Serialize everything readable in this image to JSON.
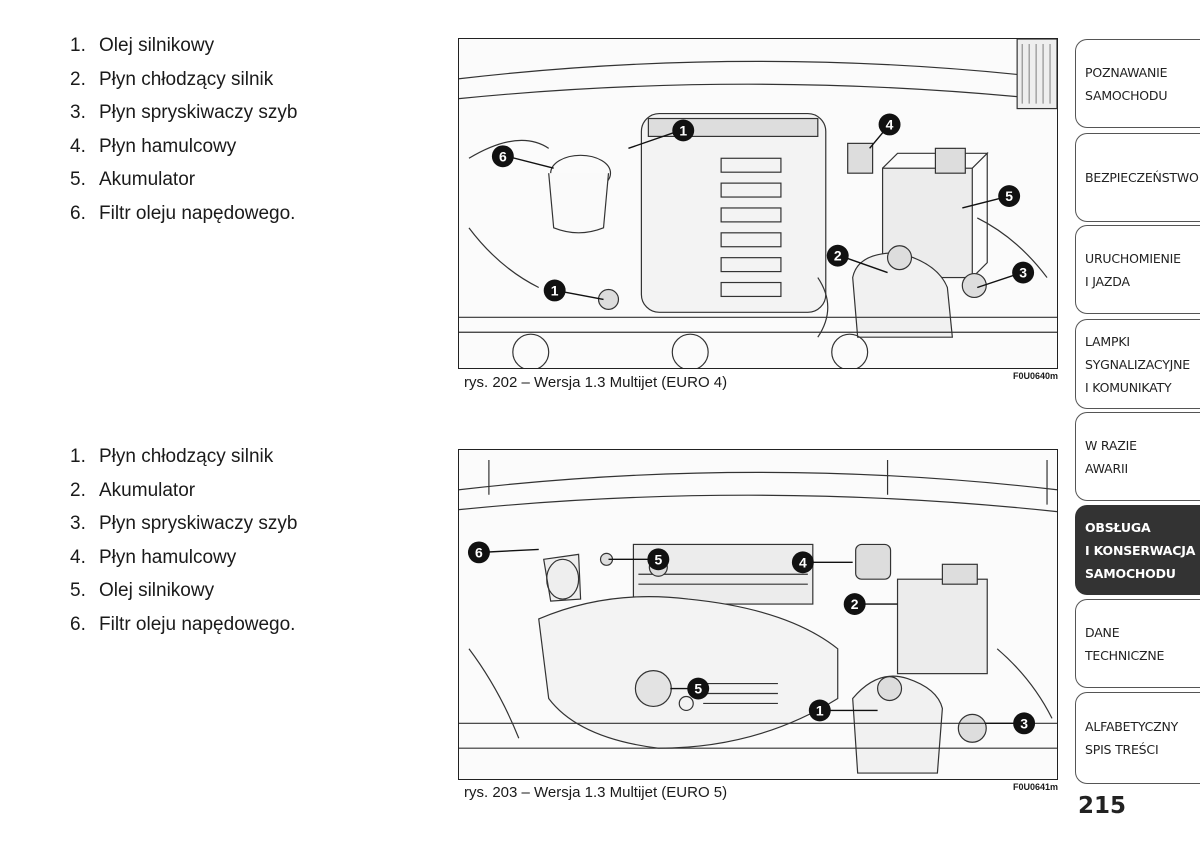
{
  "list_1": [
    {
      "num": "1.",
      "text": "Olej silnikowy"
    },
    {
      "num": "2.",
      "text": "Płyn chłodzący silnik"
    },
    {
      "num": "3.",
      "text": "Płyn spryskiwaczy szyb"
    },
    {
      "num": "4.",
      "text": "Płyn hamulcowy"
    },
    {
      "num": "5.",
      "text": "Akumulator"
    },
    {
      "num": "6.",
      "text": "Filtr oleju napędowego."
    }
  ],
  "list_2": [
    {
      "num": "1.",
      "text": "Płyn chłodzący silnik"
    },
    {
      "num": "2.",
      "text": "Akumulator"
    },
    {
      "num": "3.",
      "text": "Płyn spryskiwaczy szyb"
    },
    {
      "num": "4.",
      "text": "Płyn hamulcowy"
    },
    {
      "num": "5.",
      "text": "Olej silnikowy"
    },
    {
      "num": "6.",
      "text": "Filtr oleju napędowego."
    }
  ],
  "figure_1": {
    "caption": "rys. 202 – Wersja 1.3 Multijet (EURO 4)",
    "code": "F0U0640m",
    "callouts": [
      "1",
      "4",
      "6",
      "5",
      "2",
      "3",
      "1"
    ]
  },
  "figure_2": {
    "caption": "rys. 203 – Wersja 1.3 Multijet (EURO 5)",
    "code": "F0U0641m",
    "callouts": [
      "6",
      "5",
      "4",
      "2",
      "5",
      "1",
      "3"
    ]
  },
  "tabs": [
    {
      "line1": "POZNAWANIE",
      "line2": "SAMOCHODU",
      "line3": "",
      "active": false
    },
    {
      "line1": "BEZPIECZEŃSTWO",
      "line2": "",
      "line3": "",
      "active": false
    },
    {
      "line1": "URUCHOMIENIE",
      "line2": "I JAZDA",
      "line3": "",
      "active": false
    },
    {
      "line1": "LAMPKI",
      "line2": "SYGNALIZACYJNE",
      "line3": "I KOMUNIKATY",
      "active": false
    },
    {
      "line1": "W RAZIE",
      "line2": "AWARII",
      "line3": "",
      "active": false
    },
    {
      "line1": "OBSŁUGA",
      "line2": "I KONSERWACJA",
      "line3": "SAMOCHODU",
      "active": true
    },
    {
      "line1": "DANE",
      "line2": "TECHNICZNE",
      "line3": "",
      "active": false
    },
    {
      "line1": "ALFABETYCZNY",
      "line2": "SPIS TREŚCI",
      "line3": "",
      "active": false
    }
  ],
  "page_number": "215"
}
